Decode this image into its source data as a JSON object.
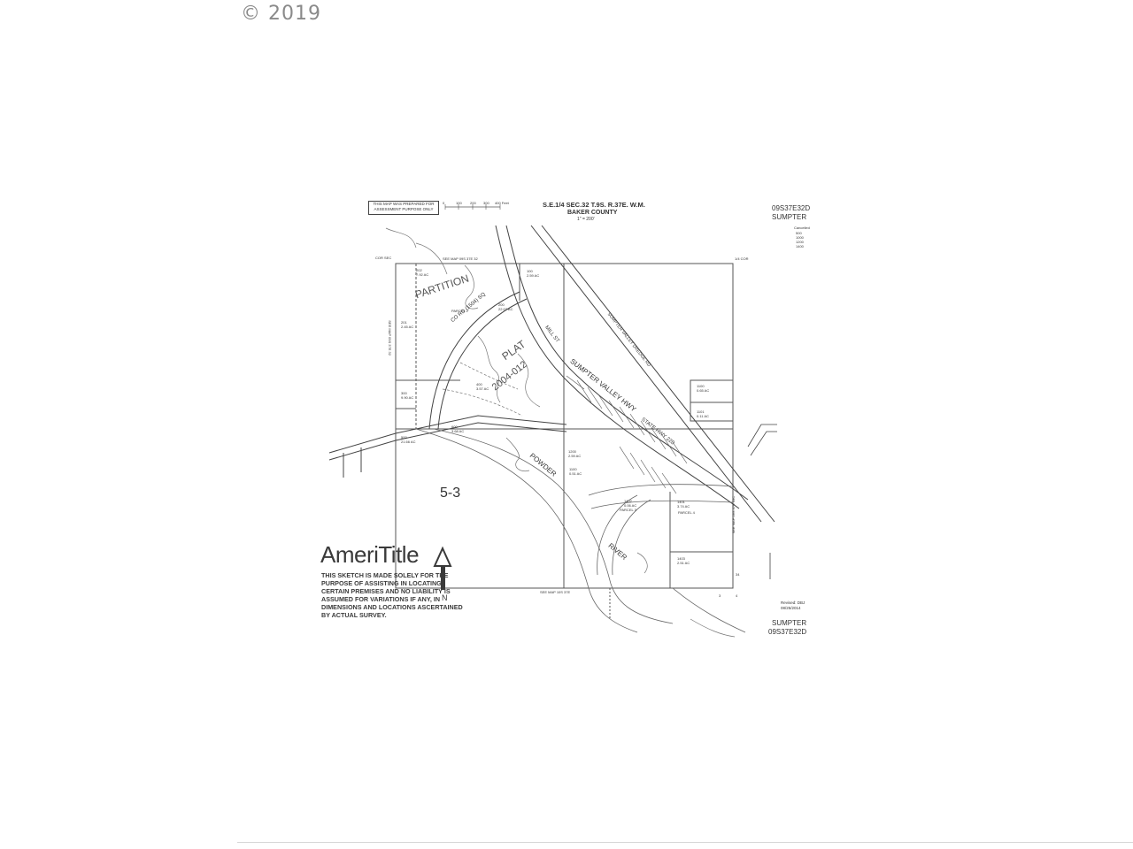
{
  "copyright": "© 2019",
  "map_header": {
    "disclaimer": "THIS MAP WAS PREPARED FOR ASSESSMENT PURPOSE ONLY",
    "scale_ticks": [
      "0",
      "100",
      "200",
      "300",
      "400 Feet"
    ],
    "title_line1": "S.E.1/4 SEC.32 T.9S. R.37E. W.M.",
    "title_line2": "BAKER COUNTY",
    "title_line3": "1\" = 200'",
    "map_number": "09S37E32D",
    "town": "SUMPTER"
  },
  "cancelled_list": [
    "Cancelled",
    "500",
    "1000",
    "1200",
    "1400"
  ],
  "labels": {
    "partition": "PARTITION",
    "plat": "PLAT",
    "plat_number": "2004-012",
    "co_rd": "CO RD (1504) SQ",
    "mill_st": "MILL ST",
    "sumpter_valley_hwy": "SUMPTER VALLEY HWY",
    "state_hwy": "STATE HWY 220",
    "dredge_rd": "SUMPTER VALLEY DREDGE RD",
    "powder": "POWDER",
    "river": "RIVER",
    "parcel_3": "PARCEL 3",
    "parcel_2": "PARCEL 2",
    "parcel_4": "PARCEL 4",
    "area_53": "5-3",
    "see_map_top": "SEE MAP 09S 37E 32",
    "see_map_bottom": "SEE MAP 10S 37E",
    "see_map_left": "SEE MAP 09S 37E 32",
    "see_map_right": "SEE MAP 09S 37E 33C",
    "corner_nw": "COR SEC",
    "corner_ne": "1/4 COR",
    "revised": "Revised: DBJ",
    "revised_date": "08/25/2014",
    "section_34": "34",
    "section_3": "3",
    "section_4": "4"
  },
  "lots": [
    {
      "id": "202",
      "area": "7.92 AC"
    },
    {
      "id": "100",
      "area": "2.59 AC"
    },
    {
      "id": "200",
      "area": "22.07 AC"
    },
    {
      "id": "201",
      "area": "2.45 AC"
    },
    {
      "id": "300",
      "area": "9.90 AC"
    },
    {
      "id": "400",
      "area": "3.57 AC"
    },
    {
      "id": "500",
      "area": "21.66 AC"
    },
    {
      "id": "600",
      "area": "3.68 AC"
    },
    {
      "id": "1200",
      "area": "2.59 AC"
    },
    {
      "id": "1100",
      "area": "0.51 AC"
    },
    {
      "id": "1100",
      "area": "0.65 AC"
    },
    {
      "id": "1101",
      "area": "0.11 AC"
    },
    {
      "id": "1402",
      "area": "0.06 AC"
    },
    {
      "id": "1401",
      "area": "3.74 AC"
    },
    {
      "id": "1403",
      "area": "2.51 AC"
    }
  ],
  "branding": {
    "name": "AmeriTitle",
    "note": "THIS SKETCH IS MADE SOLELY FOR THE\nPURPOSE OF ASSISTING IN LOCATING\nCERTAIN PREMISES AND NO LIABILITY IS\nASSUMED FOR VARIATIONS IF ANY, IN\nDIMENSIONS AND LOCATIONS ASCERTAINED\nBY ACTUAL SURVEY.",
    "north_label": "N"
  }
}
